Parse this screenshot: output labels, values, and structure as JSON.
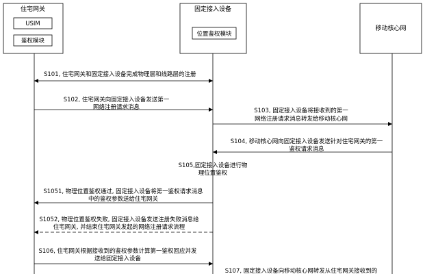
{
  "participants": {
    "gateway": {
      "title": "住宅网关",
      "components": [
        "USIM",
        "鉴权模块"
      ]
    },
    "access": {
      "title": "固定接入设备",
      "components": [
        "位置鉴权模块"
      ]
    },
    "core": {
      "title": "移动核心网"
    }
  },
  "steps": [
    {
      "id": "S101",
      "lines": [
        "S101, 住宅网关和固定接入设备完成物理层和线路层的注册"
      ]
    },
    {
      "id": "S102",
      "lines": [
        "S102, 住宅网关向固定接入设备发送第一",
        "网络注册请求消息"
      ]
    },
    {
      "id": "S103",
      "lines": [
        "S103, 固定接入设备将接收到的第一",
        "网络注册请求消息转发给移动核心网"
      ]
    },
    {
      "id": "S104",
      "lines": [
        "S104, 移动核心网向固定接入设备发送针对住宅网关的第一",
        "鉴权请求消息"
      ]
    },
    {
      "id": "S105",
      "lines": [
        "S105,固定接入设备进行物",
        "理位置鉴权"
      ]
    },
    {
      "id": "S1051",
      "lines": [
        "S1051, 物理位置鉴权通过, 固定接入设备将第一鉴权请求消息",
        "中的鉴权参数送给住宅网关"
      ]
    },
    {
      "id": "S1052",
      "lines": [
        "S1052, 物理位置鉴权失败, 固定接入设备发送注册失败消息给",
        "住宅网关, 并结束住宅网关发起的网络注册请求流程"
      ]
    },
    {
      "id": "S106",
      "lines": [
        "S106, 住宅网关根据接收到的鉴权参数计算第一鉴权回应并发",
        "送给固定接入设备"
      ]
    },
    {
      "id": "S107",
      "lines": [
        "S107, 固定接入设备向移动核心网转发从住宅网关接收到的"
      ]
    }
  ]
}
